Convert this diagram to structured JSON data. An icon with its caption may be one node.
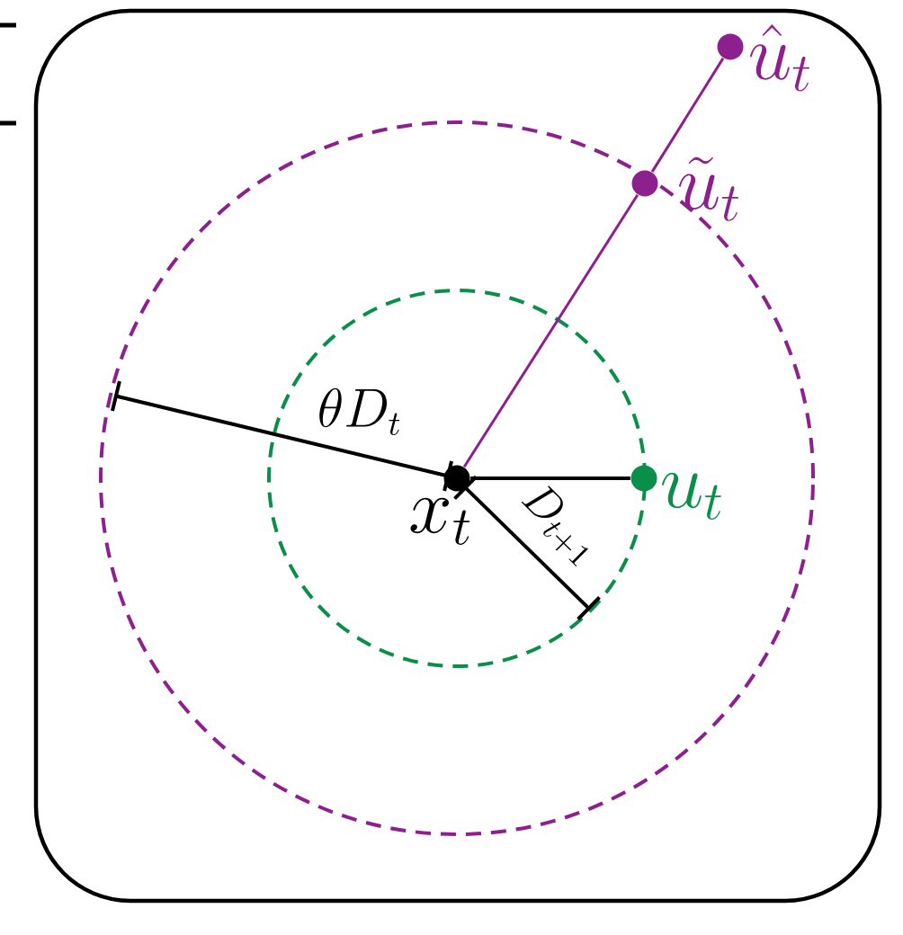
{
  "diagram": {
    "nodes": [
      {
        "text": [
          "x_t"
        ]
      },
      {
        "text": [
          "u_t"
        ]
      },
      {
        "text": [
          "\\tilde{u}_t"
        ]
      },
      {
        "text": [
          "\\hat{u}_t"
        ]
      }
    ],
    "edges": [
      {
        "from": 0,
        "to": 1,
        "arrow": "none",
        "color": "#000000"
      },
      {
        "from": 0,
        "to": 2,
        "arrow": "none",
        "color": "#8e1f8e"
      },
      {
        "from": 2,
        "to": 3,
        "arrow": "none",
        "color": "#8e1f8e"
      }
    ],
    "labels": [
      "\\theta D_t",
      "D_{t+1}"
    ]
  }
}
